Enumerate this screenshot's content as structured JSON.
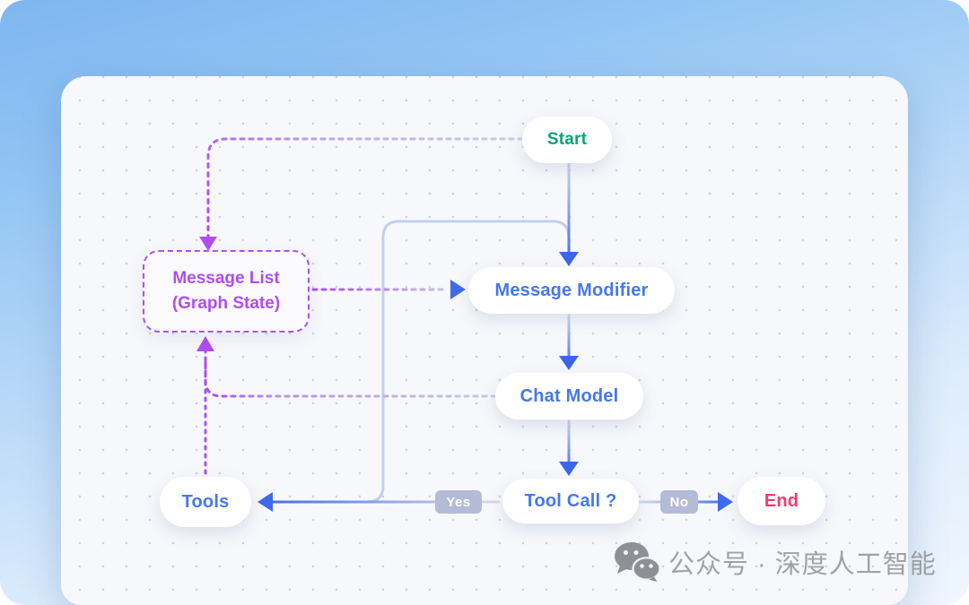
{
  "diagram": {
    "title_hint": "react-agent-flowchart",
    "nodes": {
      "start": {
        "label": "Start",
        "color": "#0aa377"
      },
      "message_list": {
        "line1": "Message List",
        "line2": "(Graph State)",
        "color": "#b14cf0"
      },
      "message_modifier": {
        "label": "Message Modifier",
        "color": "#4678ec"
      },
      "chat_model": {
        "label": "Chat Model",
        "color": "#4678ec"
      },
      "tool_call": {
        "label": "Tool Call ?",
        "color": "#4678ec"
      },
      "tools": {
        "label": "Tools",
        "color": "#4678ec"
      },
      "end": {
        "label": "End",
        "color": "#f23a6e"
      }
    },
    "edge_labels": {
      "yes": "Yes",
      "no": "No"
    },
    "edges": [
      {
        "from": "start",
        "to": "message_modifier",
        "style": "solid-blue-arrow"
      },
      {
        "from": "message_modifier",
        "to": "chat_model",
        "style": "solid-blue-arrow"
      },
      {
        "from": "chat_model",
        "to": "tool_call",
        "style": "solid-blue-arrow"
      },
      {
        "from": "tool_call",
        "to": "tools",
        "label": "Yes",
        "style": "solid-blue-arrow"
      },
      {
        "from": "tool_call",
        "to": "end",
        "label": "No",
        "style": "solid-blue-arrow"
      },
      {
        "from": "tools",
        "to": "message_modifier",
        "style": "solid-light-loop"
      },
      {
        "from": "start",
        "to": "message_list",
        "style": "dashed-purple-arrow"
      },
      {
        "from": "message_list",
        "to": "message_modifier",
        "style": "dashed-arrow"
      },
      {
        "from": "chat_model",
        "to": "message_list",
        "style": "dashed-purple"
      },
      {
        "from": "tools",
        "to": "message_list",
        "style": "dotted-purple-arrow"
      }
    ],
    "colors": {
      "arrow_blue": "#3b66e8",
      "loop_light": "#c4cfec",
      "dash_purple": "#b14cf0",
      "dash_gray": "#c6cbe0",
      "badge_bg": "#b3bbd6",
      "card_bg": "#f7f8fb"
    }
  },
  "watermark": {
    "icon": "wechat-icon",
    "text": "公众号 · 深度人工智能"
  }
}
